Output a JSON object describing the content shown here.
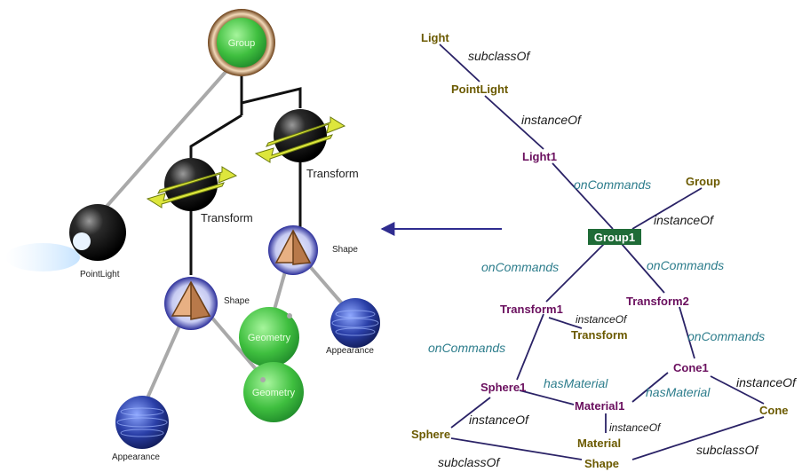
{
  "colors": {
    "class_text": "#6b5a00",
    "instance_text": "#6a0f5e",
    "relation_text": "#1a1a1a",
    "oncommands_text": "#2d7d8c",
    "edge": "#2a2266",
    "arrow": "#2f2c8f",
    "group1_fill": "#1f6b37",
    "tree_line": "#111111",
    "leaf_line": "#a9a9a9",
    "green_sphere": "#4cc24c",
    "blue_sphere": "#2a3fa8"
  },
  "scene_graph": {
    "group_label": "Group",
    "transform_left_label": "Transform",
    "transform_right_label": "Transform",
    "pointlight_label": "PointLight",
    "shape_left_label": "Shape",
    "shape_right_label": "Shape",
    "geometry_left_label": "Geometry",
    "geometry_right_label": "Geometry",
    "appearance_left_label": "Appearance",
    "appearance_right_label": "Appearance"
  },
  "ontology": {
    "light": "Light",
    "subclassof_light": "subclassOf",
    "pointlight": "PointLight",
    "instanceof_light1": "instanceOf",
    "light1": "Light1",
    "oncommands_light1": "onCommands",
    "group": "Group",
    "instanceof_group1": "instanceOf",
    "group1": "Group1",
    "oncommands_transform1": "onCommands",
    "oncommands_transform2": "onCommands",
    "transform1": "Transform1",
    "transform2": "Transform2",
    "instanceof_transform": "instanceOf",
    "transform": "Transform",
    "oncommands_sphere1": "onCommands",
    "oncommands_cone1": "onCommands",
    "sphere1": "Sphere1",
    "cone1": "Cone1",
    "hasmaterial_sphere1": "hasMaterial",
    "hasmaterial_cone1": "hasMaterial",
    "material1": "Material1",
    "instanceof_cone": "instanceOf",
    "cone": "Cone",
    "instanceof_sphere": "instanceOf",
    "instanceof_material": "instanceOf",
    "sphere": "Sphere",
    "material": "Material",
    "subclassof_sphere": "subclassOf",
    "subclassof_cone": "subclassOf",
    "shape": "Shape"
  }
}
